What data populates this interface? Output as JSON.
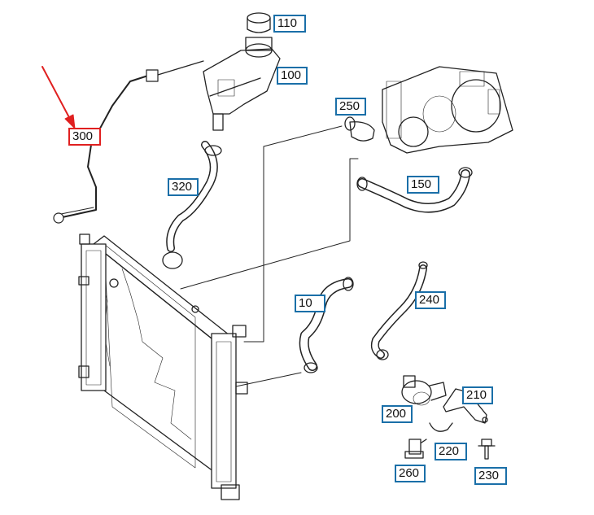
{
  "diagram": {
    "callouts": [
      {
        "id": "110",
        "label": "110"
      },
      {
        "id": "100",
        "label": "100"
      },
      {
        "id": "250",
        "label": "250"
      },
      {
        "id": "300",
        "label": "300",
        "highlighted": true
      },
      {
        "id": "320",
        "label": "320"
      },
      {
        "id": "150",
        "label": "150"
      },
      {
        "id": "10",
        "label": "10"
      },
      {
        "id": "240",
        "label": "240"
      },
      {
        "id": "210",
        "label": "210"
      },
      {
        "id": "200",
        "label": "200"
      },
      {
        "id": "220",
        "label": "220"
      },
      {
        "id": "260",
        "label": "260"
      },
      {
        "id": "230",
        "label": "230"
      }
    ],
    "colors": {
      "callout_border": "#1a6fa8",
      "highlight": "#e02020",
      "line_art": "#222222"
    }
  }
}
